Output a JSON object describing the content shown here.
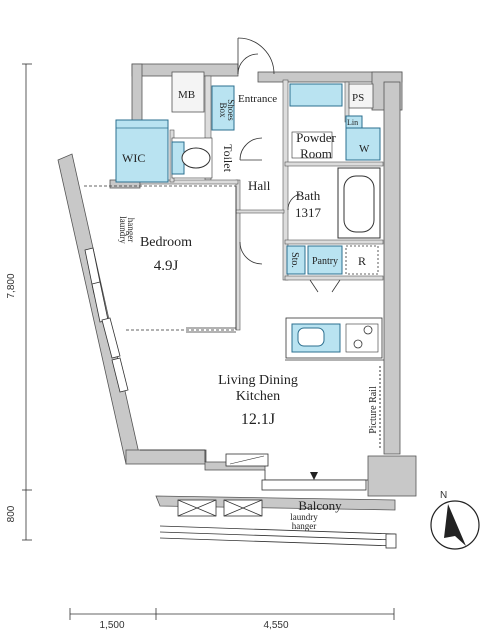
{
  "rooms": {
    "mb": "MB",
    "ps": "PS",
    "shoes_box_line1": "Shoes",
    "shoes_box_line2": "Box",
    "entrance": "Entrance",
    "powder_room_line1": "Powder",
    "powder_room_line2": "Room",
    "wm": "W",
    "lin": "Lin",
    "wic": "WIC",
    "toilet": "Toilet",
    "hall": "Hall",
    "bath_line1": "Bath",
    "bath_line2": "1317",
    "bedroom": "Bedroom",
    "bedroom_area": "4.9J",
    "laundry_hanger_line1": "laundry",
    "laundry_hanger_line2": "hanger",
    "storage": "Sto.",
    "pantry": "Pantry",
    "refrigerator": "R",
    "living_line1": "Living Dining",
    "living_line2": "Kitchen",
    "living_area": "12.1J",
    "picture_rail": "Picture Rail",
    "balcony": "Balcony",
    "balcony_hanger_line1": "laundry",
    "balcony_hanger_line2": "hanger"
  },
  "dimensions": {
    "height_main": "7,800",
    "height_balcony": "800",
    "width_left": "1,500",
    "width_right": "4,550"
  },
  "compass": {
    "label": "N"
  },
  "colors": {
    "wall": "#c8c8c8",
    "fixture_fill": "#b9e3f1",
    "fixture_stroke": "#2b6f8f",
    "line": "#222222"
  }
}
